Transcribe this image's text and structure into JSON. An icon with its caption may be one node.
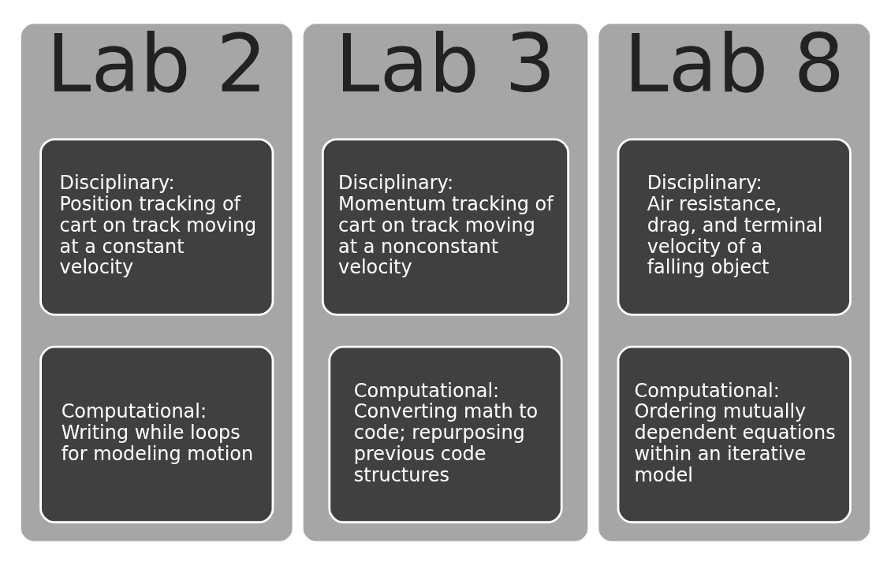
{
  "diagram": {
    "nodes": [
      {
        "text": [
          "Lab 2"
        ]
      },
      {
        "text": [
          "Disciplinary:",
          "Position tracking of cart on track moving at a constant velocity"
        ],
        "in": 0
      },
      {
        "text": [
          "Computational:",
          "Writing while loops for modeling motion"
        ],
        "in": 0
      },
      {
        "text": [
          "Lab 3"
        ]
      },
      {
        "text": [
          "Disciplinary:",
          "Momentum tracking of cart on track moving at a nonconstant velocity"
        ],
        "in": 3
      },
      {
        "text": [
          "Computational:",
          "Converting math to code; repurposing previous code structures"
        ],
        "in": 3
      },
      {
        "text": [
          "Lab 8"
        ]
      },
      {
        "text": [
          "Disciplinary:",
          "Air resistance, drag, and terminal velocity of a falling object"
        ],
        "in": 6
      },
      {
        "text": [
          "Computational:",
          "Ordering mutually dependent equations within an iterative model"
        ],
        "in": 6
      }
    ],
    "edges": []
  }
}
